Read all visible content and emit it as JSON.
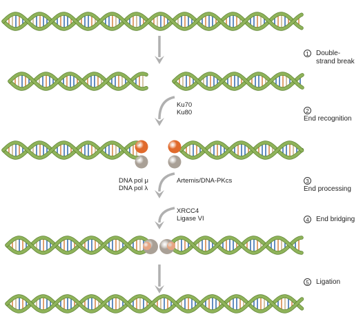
{
  "colors": {
    "backbone": "#8fb35a",
    "backbone_dark": "#5e8433",
    "rung_blue": "#3a6fb0",
    "rung_orange": "#d9894a",
    "rung_tan": "#c9b48a",
    "arrow": "#b0b0b0",
    "ku70": "#e06a2c",
    "ku80": "#a9a096"
  },
  "factors": {
    "ku70": "Ku70",
    "ku80": "Ku80",
    "artemis": "Artemis/DNA-PKcs",
    "pol_mu": "DNA pol μ",
    "pol_lambda": "DNA pol λ",
    "xrcc4": "XRCC4",
    "ligase": "Ligase VI"
  },
  "steps": [
    {
      "num": "1",
      "label": "Double-strand break"
    },
    {
      "num": "2",
      "label": "End recognition"
    },
    {
      "num": "3",
      "label": "End processing"
    },
    {
      "num": "4",
      "label": "End bridging"
    },
    {
      "num": "5",
      "label": "Ligation"
    }
  ]
}
